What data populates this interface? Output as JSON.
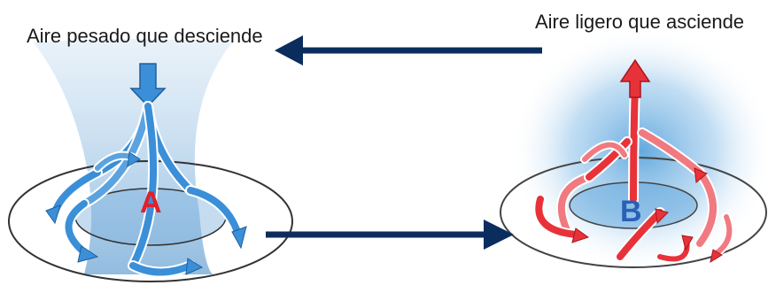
{
  "left_system": {
    "caption": "Aire pesado que desciende",
    "letter": "A",
    "letter_color": "#e0202a",
    "flow_color": "#3a8fd8",
    "column_color": "#9cc4e4"
  },
  "right_system": {
    "caption": "Aire ligero que asciende",
    "letter": "B",
    "letter_color": "#2a5fb8",
    "flow_color": "#e8323a",
    "glow_color": "#4a9bd8"
  },
  "connectors": {
    "color": "#0b2d5e",
    "top_arrow_direction": "left",
    "bottom_arrow_direction": "right"
  }
}
